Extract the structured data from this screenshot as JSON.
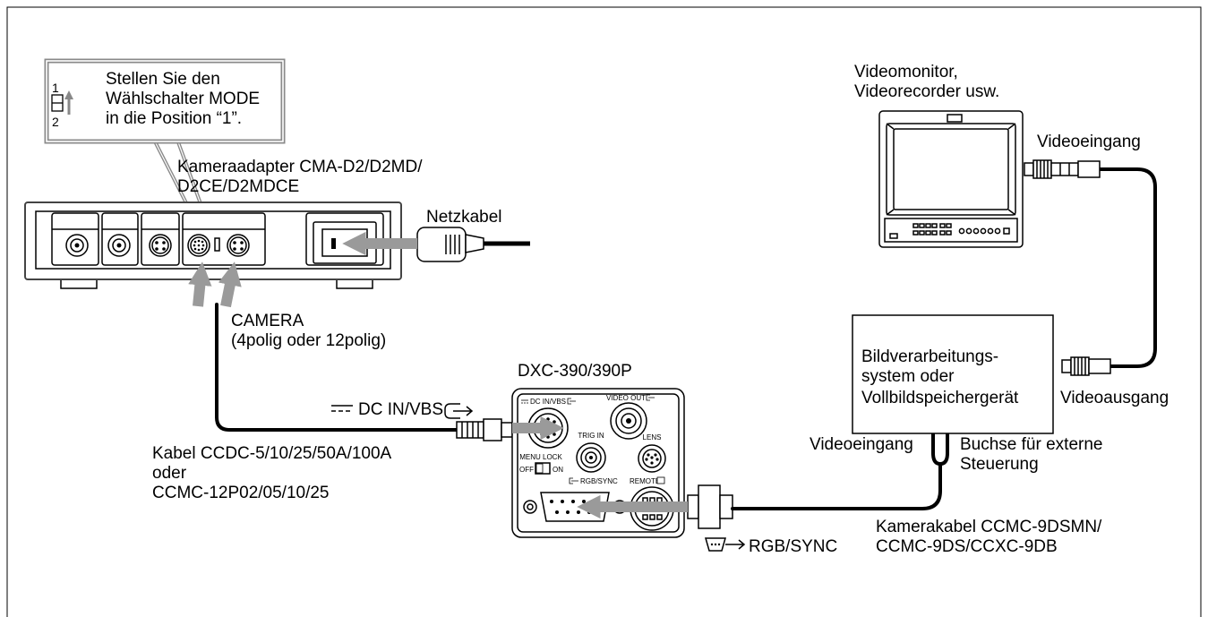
{
  "callout": {
    "line1": "Stellen Sie den",
    "line2": "Wählschalter MODE",
    "line3": "in die Position “1”.",
    "switch_pos_1": "1",
    "switch_pos_2": "2"
  },
  "adapter": {
    "label_line1": "Kameraadapter CMA-D2/D2MD/",
    "label_line2": "D2CE/D2MDCE",
    "camera_port_line1": "CAMERA",
    "camera_port_line2": "(4polig oder 12polig)"
  },
  "power_cable": {
    "label": "Netzkabel"
  },
  "dc_cable": {
    "line1": "Kabel CCDC-5/10/25/50A/100A",
    "line2": "oder",
    "line3": "CCMC-12P02/05/10/25"
  },
  "camera": {
    "model": "DXC-390/390P",
    "dc_in_label": "DC IN/VBS",
    "rgb_sync_label": "RGB/SYNC",
    "panel": {
      "dc_in": "DC IN/VBS",
      "video_out": "VIDEO OUT",
      "trig_in": "TRIG IN",
      "lens": "LENS",
      "menu_lock": "MENU LOCK",
      "off": "OFF",
      "on": "ON",
      "rgb_sync": "RGB/SYNC",
      "remote": "REMOTE"
    }
  },
  "monitor": {
    "label_line1": "Videomonitor,",
    "label_line2": "Videorecorder usw.",
    "input_label": "Videoeingang"
  },
  "processor": {
    "line1": "Bildverarbeitungs-",
    "line2": "system oder",
    "line3": "Vollbildspeichergerät",
    "output_label": "Videoausgang",
    "input_label": "Videoeingang",
    "control_line1": "Buchse für externe",
    "control_line2": "Steuerung"
  },
  "camera_cable": {
    "line1": "Kamerakabel CCMC-9DSMN/",
    "line2": "CCMC-9DS/CCXC-9DB"
  },
  "colors": {
    "arrow": "#9a9a9a",
    "line": "#000000",
    "outline": "#8a8a8a"
  }
}
